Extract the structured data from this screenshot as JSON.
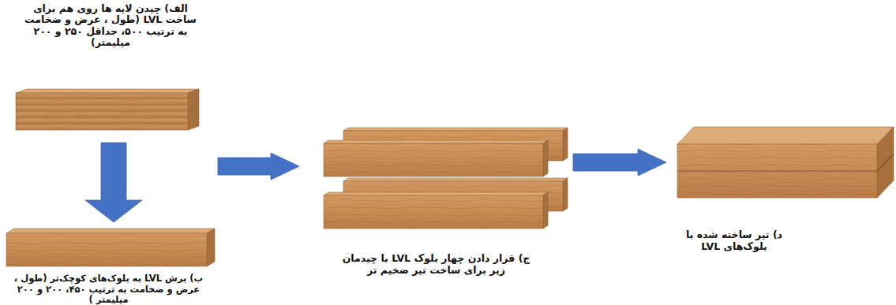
{
  "diagram": {
    "nodes": [
      {
        "text": [
          "الف) چیدن لایه ها روی هم برای ساخت LVL (طول ، عرض و ضخامت به ترتیب ۵۰۰، حداقل ۲۵۰ و ۲۰۰ میلیمتر)"
        ]
      },
      {
        "text": [
          "ب) برش LVL به بلوک‌های کوچک‌تر (طول ، عرض و ضخامت به ترتیب ۴۵۰، ۲۰۰ و ۲۰۰ میلیمتر )"
        ]
      },
      {
        "text": [
          "ج) قرار دادن چهار بلوک LVL با چیدمان زیر برای ساخت تیر ضخیم تر"
        ]
      },
      {
        "text": [
          "د) تیر ساخته شده با بلوک‌های LVL"
        ]
      }
    ],
    "edges": [
      {
        "from": 0,
        "to": 1,
        "arrow": "to"
      },
      {
        "from": 1,
        "to": 2,
        "arrow": "to"
      },
      {
        "from": 2,
        "to": 3,
        "arrow": "to"
      }
    ]
  }
}
